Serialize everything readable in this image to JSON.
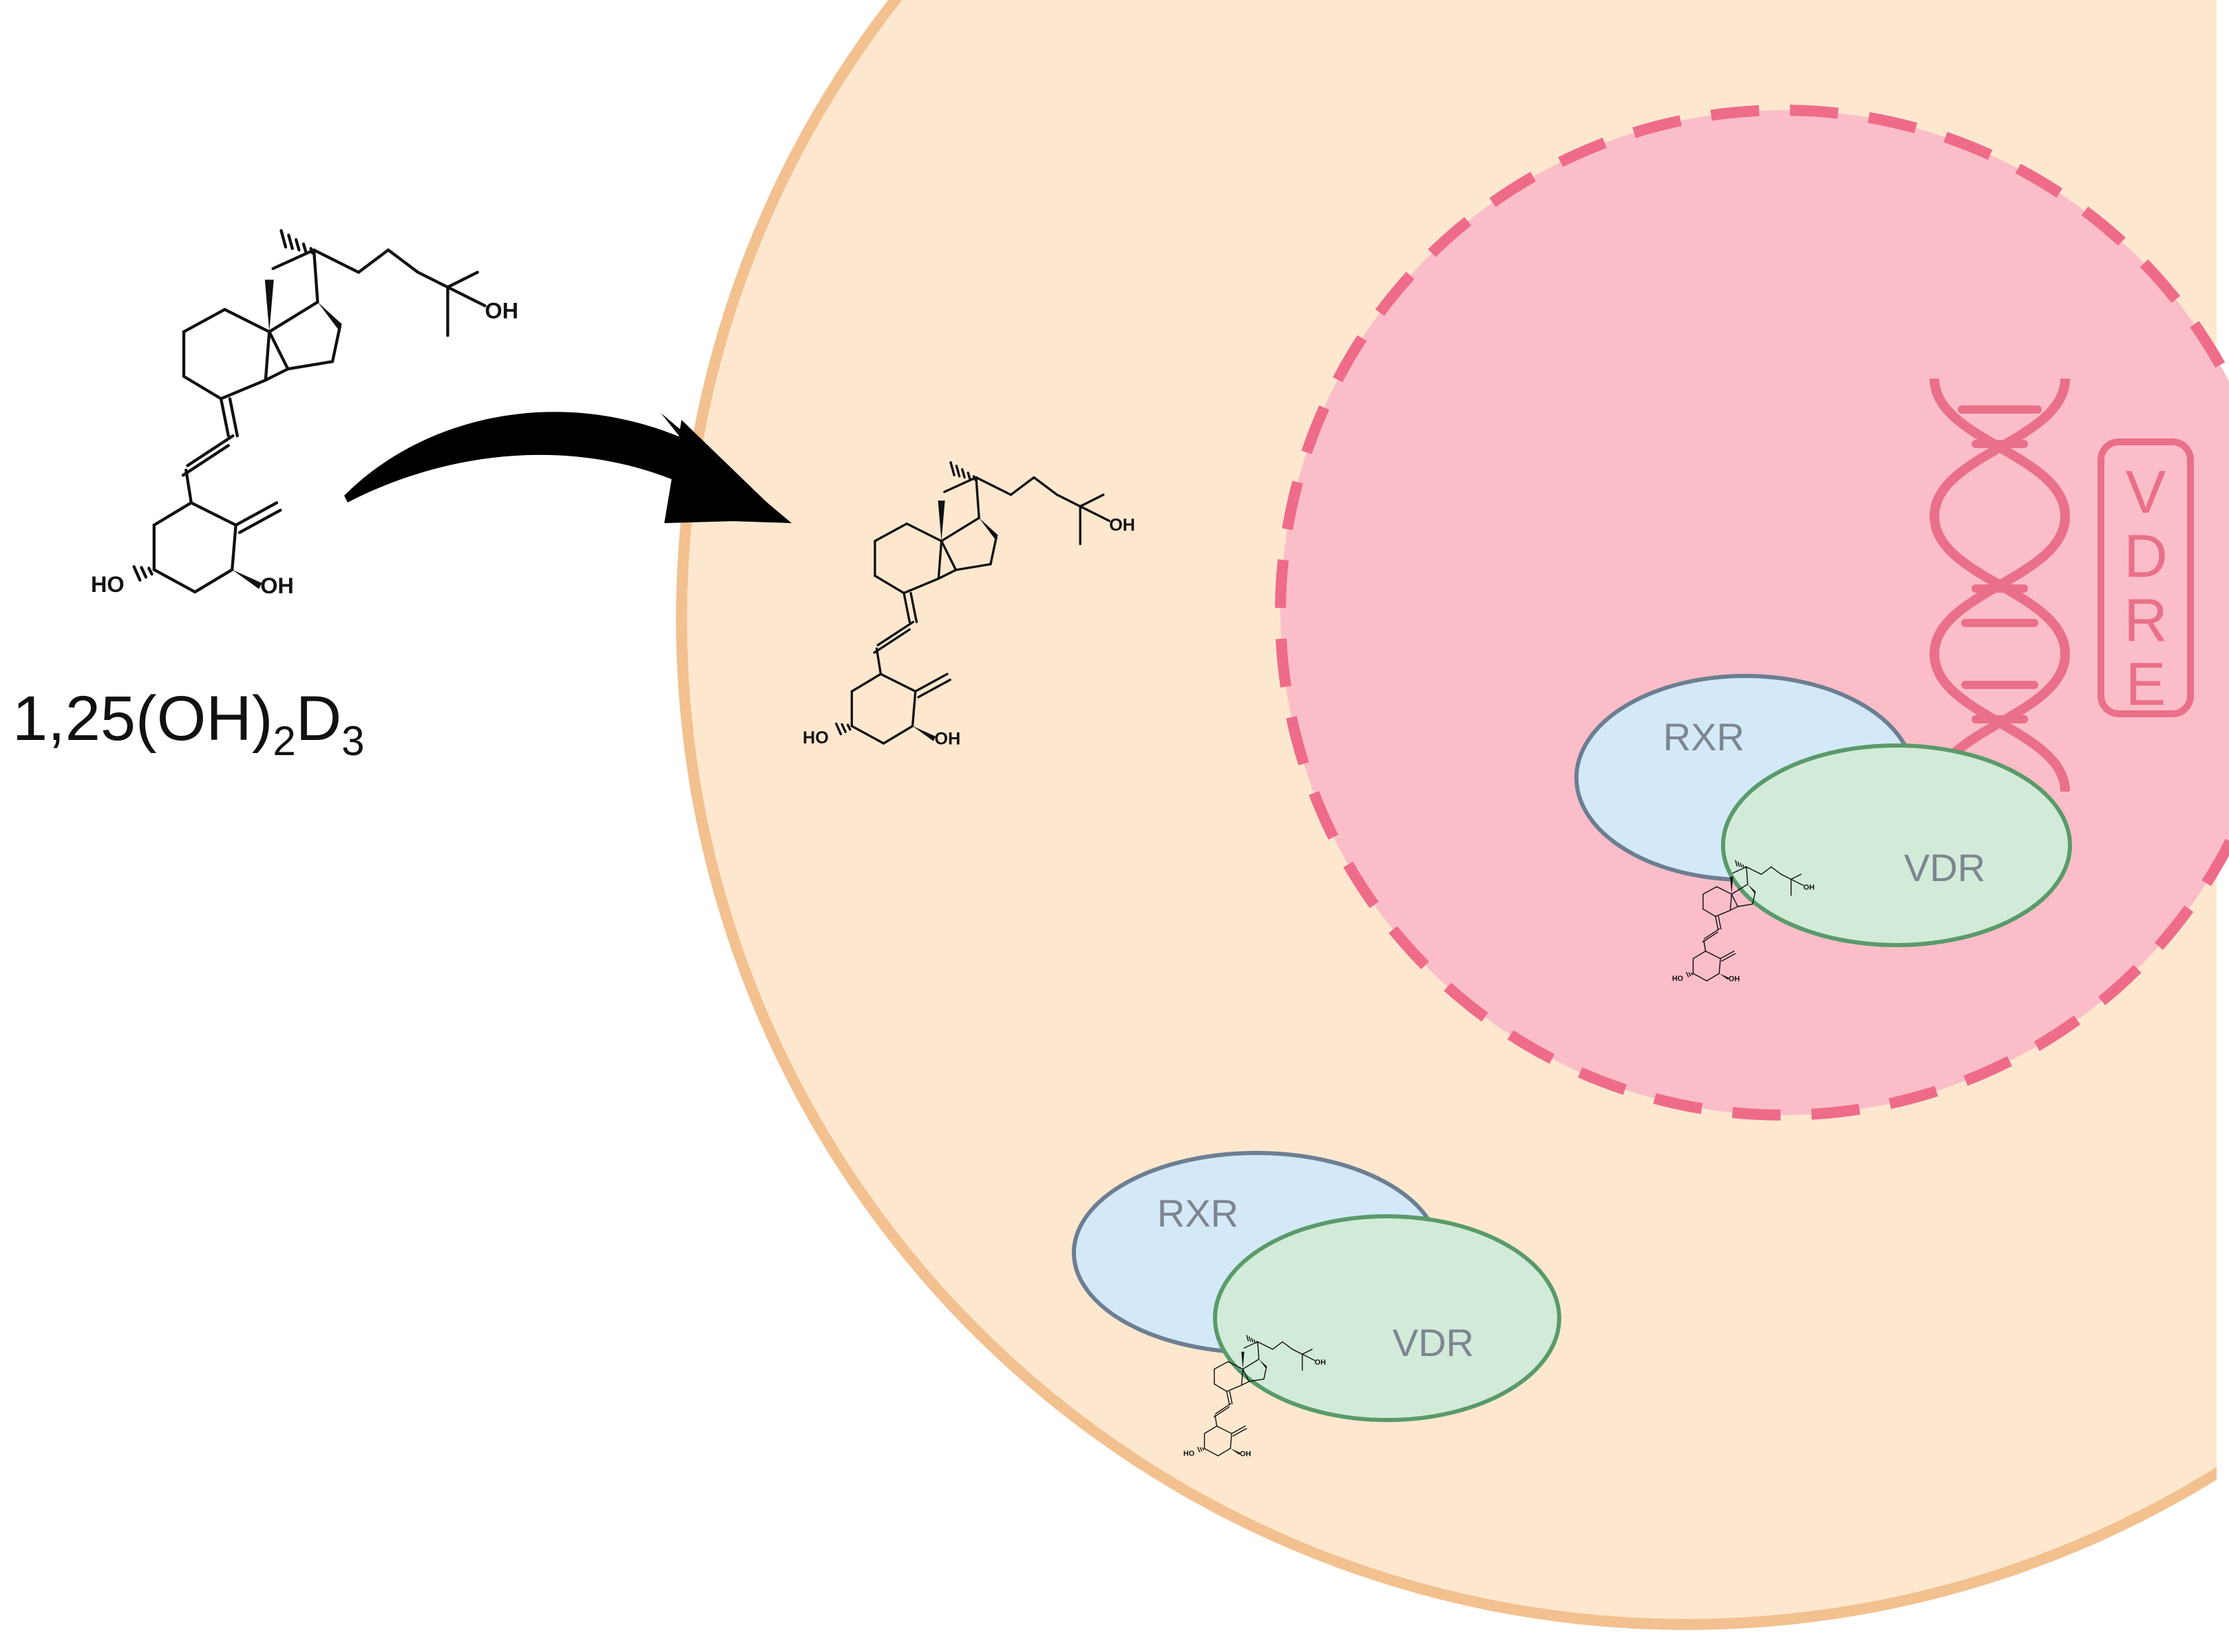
{
  "molecule": {
    "name_main": "1,25(OH)",
    "name_sub1": "2",
    "name_mid": "D",
    "name_sub2": "3",
    "oh_label": "OH",
    "ho_label": "HO"
  },
  "proteins": {
    "rxr_label": "RXR",
    "vdr_label": "VDR"
  },
  "dna": {
    "element_letters": [
      "V",
      "D",
      "R",
      "E"
    ]
  },
  "colors": {
    "cell_fill": "#fde8cf",
    "cell_border": "#f3c08f",
    "nucleus_fill": "#fbbec9",
    "nucleus_border": "#ef6b8a",
    "rxr_fill": "#d4e9f8",
    "rxr_border": "#6c7e92",
    "vdr_fill": "#d2ebd9",
    "vdr_border": "#5a9a6a",
    "dna_color": "#ea6f8a",
    "arrow": "#000000"
  }
}
